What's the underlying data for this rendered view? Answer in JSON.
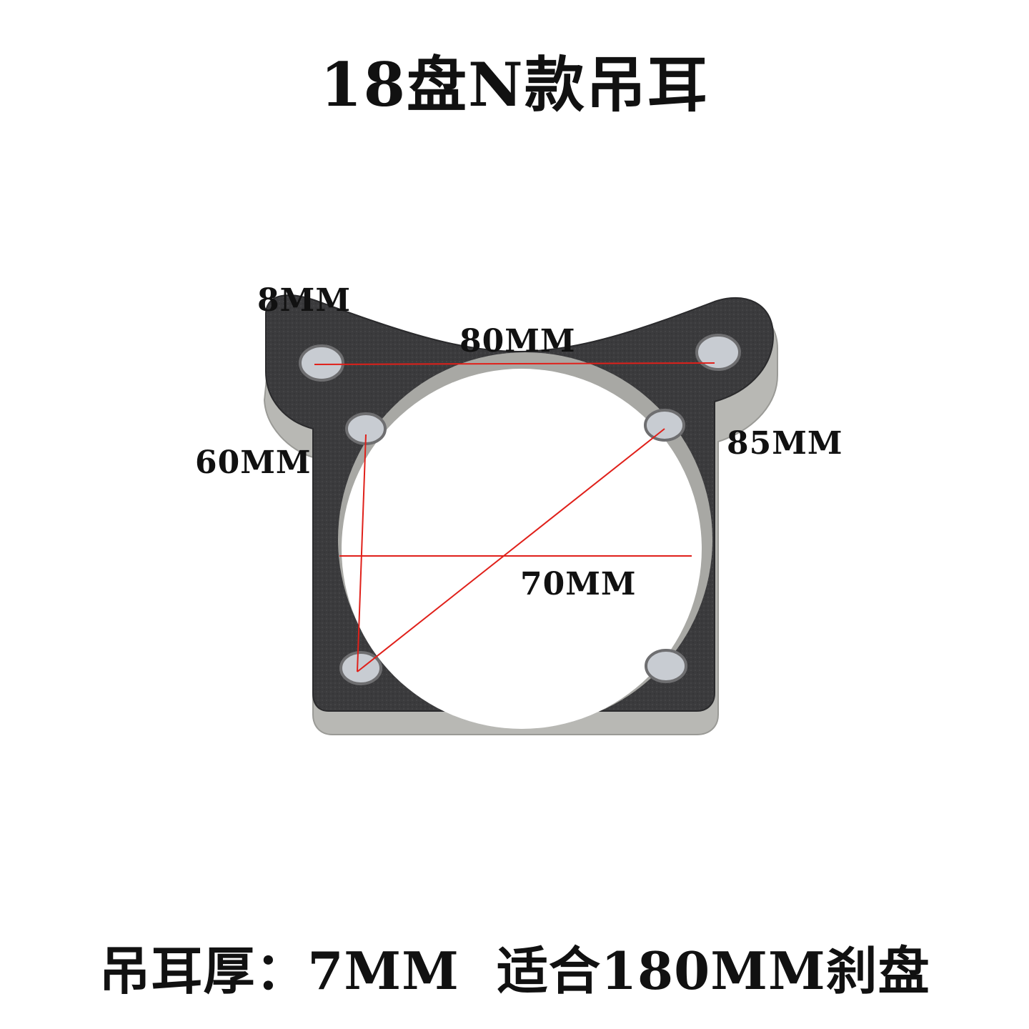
{
  "title": "18盘N款吊耳",
  "caption": "吊耳厚：7MM  适合180MM刹盘",
  "dimensions": {
    "hole": "8MM",
    "top_span": "80MM",
    "left_span": "60MM",
    "diagonal": "85MM",
    "bore": "70MM"
  },
  "colors": {
    "plate": "#3a3a3c",
    "edge": "#b9b9b5",
    "measure_line": "#e0201a"
  }
}
